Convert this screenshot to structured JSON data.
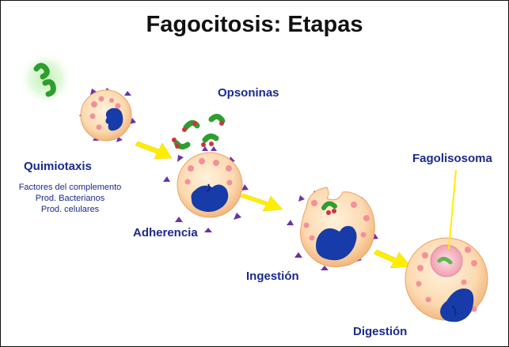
{
  "title": "Fagocitosis: Etapas",
  "stages": {
    "quimiotaxis": "Quimiotaxis",
    "adherencia": "Adherencia",
    "ingestion": "Ingestión",
    "digestion": "Digestión"
  },
  "labels": {
    "opsoninas": "Opsoninas",
    "fagolisosoma": "Fagolisosoma"
  },
  "quimiotaxis_factors": [
    "Factores del complemento",
    "Prod. Bacterianos",
    "Prod. celulares"
  ],
  "colors": {
    "label_text": "#1a2a8c",
    "cell_fill": "#fcd9b0",
    "cell_edge": "#e8a468",
    "nucleus": "#173ba8",
    "granule": "#f3909a",
    "receptor": "#6a32a8",
    "bacterium": "#3fae3f",
    "opsonin": "#d0323c",
    "arrow": "#ffee00"
  }
}
